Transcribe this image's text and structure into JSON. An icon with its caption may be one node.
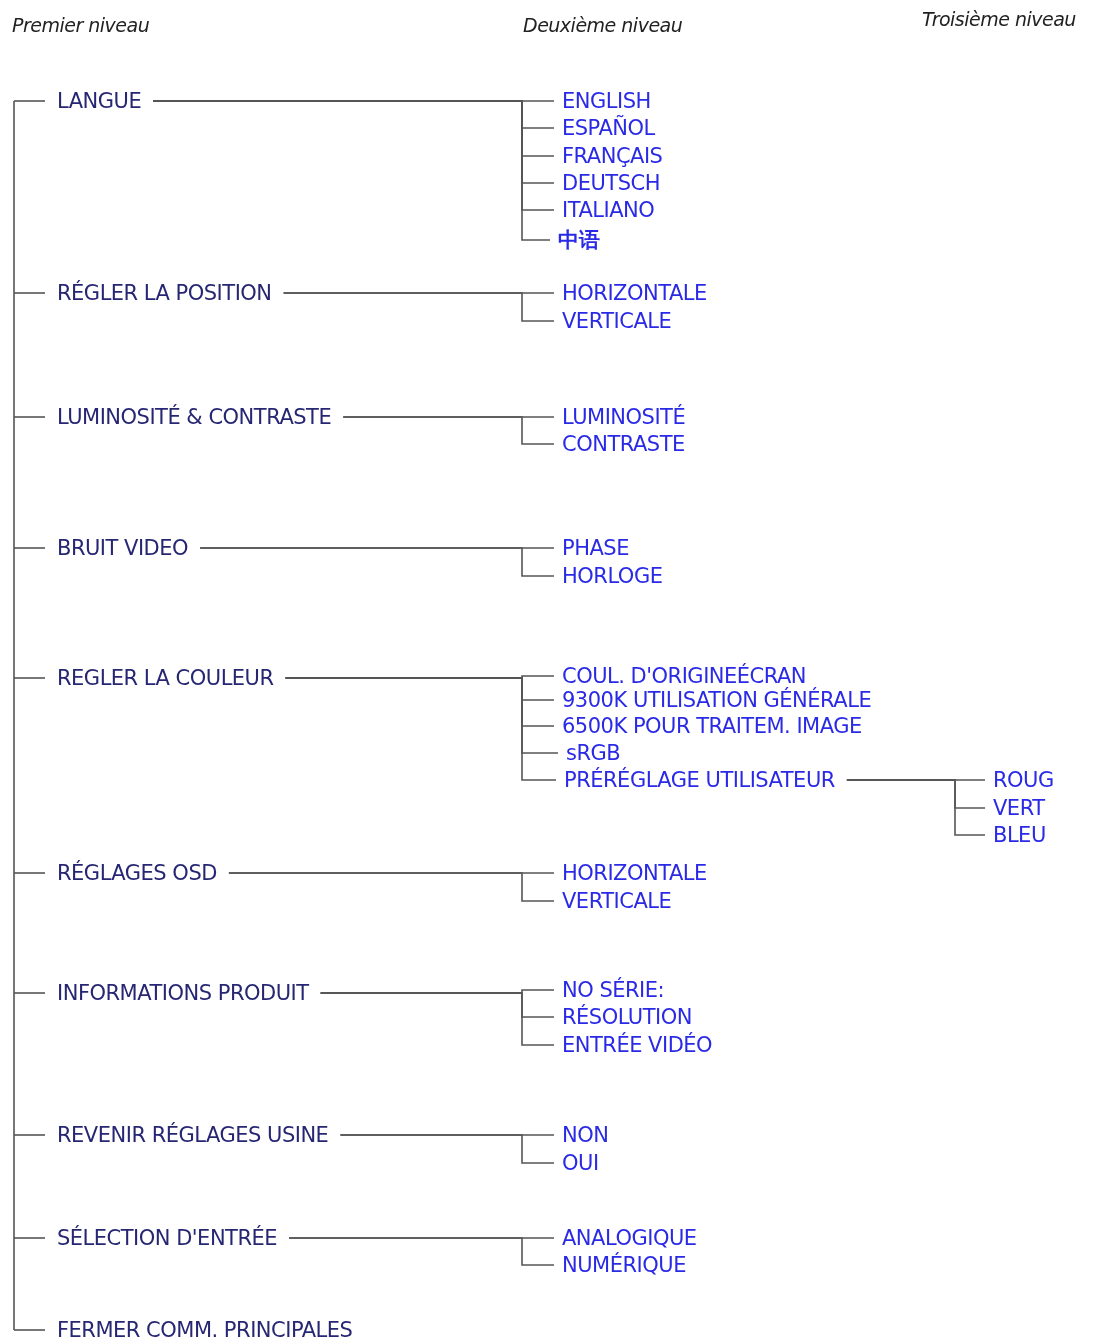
{
  "diagram": {
    "nodes": [
      {
        "text": [
          "LANGUE"
        ]
      },
      {
        "text": [
          "ENGLISH"
        ]
      },
      {
        "text": [
          "ESPAÑOL"
        ]
      },
      {
        "text": [
          "FRANÇAIS"
        ]
      },
      {
        "text": [
          "DEUTSCH"
        ]
      },
      {
        "text": [
          "ITALIANO"
        ]
      },
      {
        "text": [
          "中语"
        ]
      },
      {
        "text": [
          "RÉGLER LA POSITION"
        ]
      },
      {
        "text": [
          "HORIZONTALE"
        ]
      },
      {
        "text": [
          "VERTICALE"
        ]
      },
      {
        "text": [
          "LUMINOSITÉ & CONTRASTE"
        ]
      },
      {
        "text": [
          "LUMINOSITÉ"
        ]
      },
      {
        "text": [
          "CONTRASTE"
        ]
      },
      {
        "text": [
          "BRUIT VIDEO"
        ]
      },
      {
        "text": [
          "PHASE"
        ]
      },
      {
        "text": [
          "HORLOGE"
        ]
      },
      {
        "text": [
          "REGLER LA COULEUR"
        ]
      },
      {
        "text": [
          "COUL. D'ORIGINEÉCRAN"
        ]
      },
      {
        "text": [
          "9300K UTILISATION GÉNÉRALE"
        ]
      },
      {
        "text": [
          "6500K POUR TRAITEM. IMAGE"
        ]
      },
      {
        "text": [
          "sRGB"
        ]
      },
      {
        "text": [
          "PRÉRÉGLAGE UTILISATEUR"
        ]
      },
      {
        "text": [
          "ROUG"
        ]
      },
      {
        "text": [
          "VERT"
        ]
      },
      {
        "text": [
          "BLEU"
        ]
      },
      {
        "text": [
          "RÉGLAGES OSD"
        ]
      },
      {
        "text": [
          "HORIZONTALE"
        ]
      },
      {
        "text": [
          "VERTICALE"
        ]
      },
      {
        "text": [
          "INFORMATIONS PRODUIT"
        ]
      },
      {
        "text": [
          "NO SÉRIE:"
        ]
      },
      {
        "text": [
          "RÉSOLUTION"
        ]
      },
      {
        "text": [
          "ENTRÉE VIDÉO"
        ]
      },
      {
        "text": [
          "REVENIR RÉGLAGES USINE"
        ]
      },
      {
        "text": [
          "NON"
        ]
      },
      {
        "text": [
          "OUI"
        ]
      },
      {
        "text": [
          "SÉLECTION D'ENTRÉE"
        ]
      },
      {
        "text": [
          "ANALOGIQUE"
        ]
      },
      {
        "text": [
          "NUMÉRIQUE"
        ]
      },
      {
        "text": [
          "FERMER COMM. PRINCIPALES"
        ]
      }
    ],
    "edges": [
      {
        "from": null,
        "to": 0,
        "arrow": "none"
      },
      {
        "from": null,
        "to": 7,
        "arrow": "none"
      },
      {
        "from": null,
        "to": 10,
        "arrow": "none"
      },
      {
        "from": null,
        "to": 13,
        "arrow": "none"
      },
      {
        "from": null,
        "to": 16,
        "arrow": "none"
      },
      {
        "from": null,
        "to": 25,
        "arrow": "none"
      },
      {
        "from": null,
        "to": 28,
        "arrow": "none"
      },
      {
        "from": null,
        "to": 32,
        "arrow": "none"
      },
      {
        "from": null,
        "to": 35,
        "arrow": "none"
      },
      {
        "from": null,
        "to": 38,
        "arrow": "none"
      },
      {
        "from": 0,
        "to": 1,
        "arrow": "none"
      },
      {
        "from": 0,
        "to": 2,
        "arrow": "none"
      },
      {
        "from": 0,
        "to": 3,
        "arrow": "none"
      },
      {
        "from": 0,
        "to": 4,
        "arrow": "none"
      },
      {
        "from": 0,
        "to": 5,
        "arrow": "none"
      },
      {
        "from": 0,
        "to": 6,
        "arrow": "none"
      },
      {
        "from": 7,
        "to": 8,
        "arrow": "none"
      },
      {
        "from": 7,
        "to": 9,
        "arrow": "none"
      },
      {
        "from": 10,
        "to": 11,
        "arrow": "none"
      },
      {
        "from": 10,
        "to": 12,
        "arrow": "none"
      },
      {
        "from": 13,
        "to": 14,
        "arrow": "none"
      },
      {
        "from": 13,
        "to": 15,
        "arrow": "none"
      },
      {
        "from": 16,
        "to": 17,
        "arrow": "none"
      },
      {
        "from": 16,
        "to": 18,
        "arrow": "none"
      },
      {
        "from": 16,
        "to": 19,
        "arrow": "none"
      },
      {
        "from": 16,
        "to": 20,
        "arrow": "none"
      },
      {
        "from": 16,
        "to": 21,
        "arrow": "none"
      },
      {
        "from": 21,
        "to": 22,
        "arrow": "none"
      },
      {
        "from": 21,
        "to": 23,
        "arrow": "none"
      },
      {
        "from": 21,
        "to": 24,
        "arrow": "none"
      },
      {
        "from": 25,
        "to": 26,
        "arrow": "none"
      },
      {
        "from": 25,
        "to": 27,
        "arrow": "none"
      },
      {
        "from": 28,
        "to": 29,
        "arrow": "none"
      },
      {
        "from": 28,
        "to": 30,
        "arrow": "none"
      },
      {
        "from": 28,
        "to": 31,
        "arrow": "none"
      },
      {
        "from": 32,
        "to": 33,
        "arrow": "none"
      },
      {
        "from": 32,
        "to": 34,
        "arrow": "none"
      },
      {
        "from": 35,
        "to": 36,
        "arrow": "none"
      },
      {
        "from": 35,
        "to": 37,
        "arrow": "none"
      }
    ],
    "labels": [
      "Premier niveau",
      "Deuxième niveau",
      "Troisième niveau"
    ]
  }
}
